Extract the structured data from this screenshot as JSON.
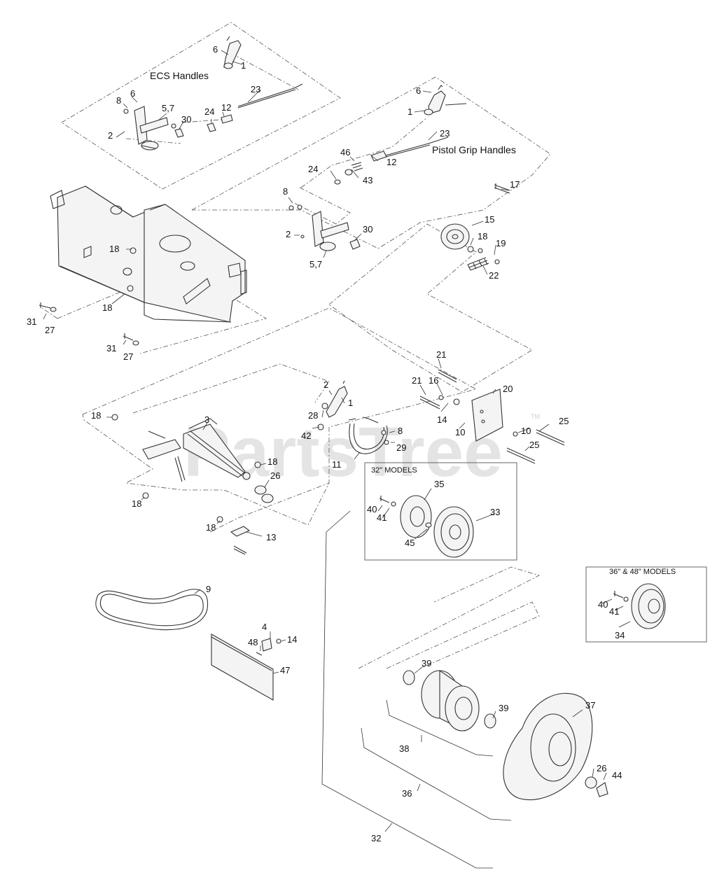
{
  "headings": {
    "ecs": "ECS Handles",
    "pistol": "Pistol Grip Handles",
    "models32": "32\" MODELS",
    "models3648": "36\" & 48\" MODELS"
  },
  "watermark": {
    "text": "PartsTree",
    "tm": "TM"
  },
  "callouts": {
    "c_6a": "6",
    "c_1a": "1",
    "c_23a": "23",
    "c_8a": "8",
    "c_6b": "6",
    "c_57a": "5,7",
    "c_30a": "30",
    "c_24a": "24",
    "c_12a": "12",
    "c_2a": "2",
    "c_6c": "6",
    "c_1b": "1",
    "c_23b": "23",
    "c_46": "46",
    "c_12b": "12",
    "c_24b": "24",
    "c_43": "43",
    "c_17": "17",
    "c_8b": "8",
    "c_2b": "2",
    "c_30b": "30",
    "c_57b": "5,7",
    "c_15": "15",
    "c_18a": "18",
    "c_19": "19",
    "c_22": "22",
    "c_18b": "18",
    "c_18c": "18",
    "c_31a": "31",
    "c_27a": "27",
    "c_31b": "31",
    "c_27b": "27",
    "c_21a": "21",
    "c_21b": "21",
    "c_16": "16",
    "c_20": "20",
    "c_14a": "14",
    "c_10a": "10",
    "c_10b": "10",
    "c_25a": "25",
    "c_25b": "25",
    "c_2c": "2",
    "c_1c": "1",
    "c_28": "28",
    "c_42": "42",
    "c_8c": "8",
    "c_29": "29",
    "c_11": "11",
    "c_18d": "18",
    "c_3": "3",
    "c_18e": "18",
    "c_26a": "26",
    "c_18f": "18",
    "c_18g": "18",
    "c_13": "13",
    "c_35": "35",
    "c_40a": "40",
    "c_41a": "41",
    "c_33": "33",
    "c_45": "45",
    "c_40b": "40",
    "c_41b": "41",
    "c_34": "34",
    "c_9": "9",
    "c_4": "4",
    "c_48": "48",
    "c_14b": "14",
    "c_47": "47",
    "c_39a": "39",
    "c_39b": "39",
    "c_37": "37",
    "c_38": "38",
    "c_26b": "26",
    "c_44": "44",
    "c_36": "36",
    "c_32": "32"
  }
}
